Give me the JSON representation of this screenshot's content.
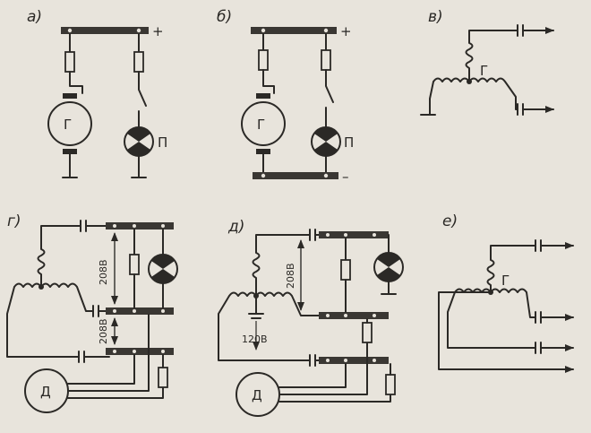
{
  "panels": {
    "a": {
      "label": "а)",
      "plus": "+",
      "generator": "Г",
      "lamp": "П"
    },
    "b": {
      "label": "б)",
      "plus": "+",
      "minus": "–",
      "generator": "Г",
      "lamp": "П"
    },
    "v": {
      "label": "в)",
      "generator": "Г"
    },
    "g": {
      "label": "г)",
      "voltage_top": "208В",
      "voltage_bottom": "208В",
      "motor": "Д"
    },
    "d": {
      "label": "д)",
      "voltage_top": "208В",
      "voltage_bottom": "120В",
      "motor": "Д"
    },
    "e": {
      "label": "е)",
      "generator": "Г"
    }
  }
}
